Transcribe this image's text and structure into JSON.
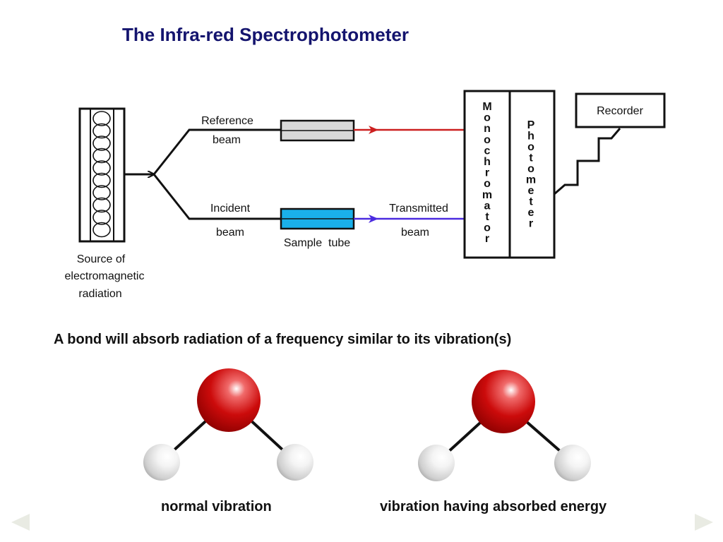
{
  "title": "The Infra-red Spectrophotometer",
  "diagram": {
    "source_label": [
      "Source of",
      "electromagnetic",
      "radiation"
    ],
    "reference_label": [
      "Reference",
      "beam"
    ],
    "incident_label": [
      "Incident",
      "beam"
    ],
    "sample_label": "Sample  tube",
    "transmitted_label": [
      "Transmitted",
      "beam"
    ],
    "monochromator_letters": [
      "M",
      "o",
      "n",
      "o",
      "c",
      "h",
      "r",
      "o",
      "m",
      "a",
      "t",
      "o",
      "r"
    ],
    "photometer_letters": [
      "P",
      "h",
      "o",
      "t",
      "o",
      "m",
      "e",
      "t",
      "e",
      "r"
    ],
    "recorder_label": "Recorder",
    "colors": {
      "reference_beam": "#cc1f1f",
      "transmitted_beam": "#4b2be0",
      "reference_cell": "#d8d8d8",
      "sample_cell": "#1ab0ea"
    }
  },
  "statement": "A bond will absorb radiation of a frequency similar to its vibration(s)",
  "molecules": {
    "normal_caption": "normal vibration",
    "absorbed_caption": "vibration having absorbed energy",
    "colors": {
      "oxygen": "#cc0b0b",
      "hydrogen": "#e6e6e6",
      "bond": "#111111"
    }
  },
  "nav": {
    "prev_icon": "arrow-left-icon",
    "next_icon": "arrow-right-icon"
  }
}
